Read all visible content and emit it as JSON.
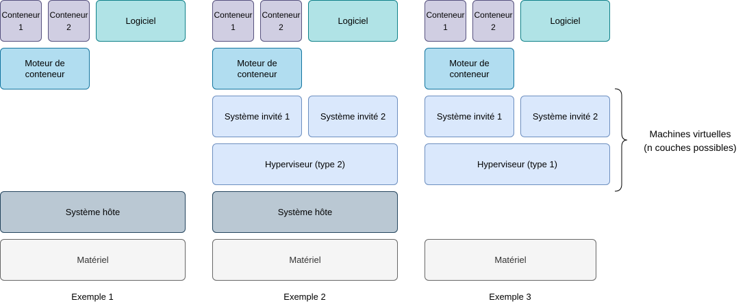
{
  "examples": [
    {
      "container1": "Conteneur\n1",
      "container2": "Conteneur\n2",
      "software": "Logiciel",
      "engine": "Moteur de\nconteneur",
      "host": "Système hôte",
      "hardware": "Matériel",
      "caption": "Exemple 1"
    },
    {
      "container1": "Conteneur\n1",
      "container2": "Conteneur\n2",
      "software": "Logiciel",
      "engine": "Moteur de\nconteneur",
      "guest1": "Système invité 1",
      "guest2": "Système invité 2",
      "hypervisor": "Hyperviseur (type 2)",
      "host": "Système hôte",
      "hardware": "Matériel",
      "caption": "Exemple 2"
    },
    {
      "container1": "Conteneur\n1",
      "container2": "Conteneur\n2",
      "software": "Logiciel",
      "engine": "Moteur de\nconteneur",
      "guest1": "Système invité 1",
      "guest2": "Système invité 2",
      "hypervisor": "Hyperviseur (type 1)",
      "hardware": "Matériel",
      "caption": "Exemple 3"
    }
  ],
  "vm_annotation": {
    "line1": "Machines virtuelles",
    "line2": "(n couches possibles)",
    "icon": "curly-brace-icon"
  },
  "colors": {
    "container": "#d0cee2",
    "software": "#b0e3e6",
    "engine": "#b1ddf0",
    "guest": "#dae8fc",
    "host": "#bac8d3",
    "hardware": "#f5f5f5"
  }
}
